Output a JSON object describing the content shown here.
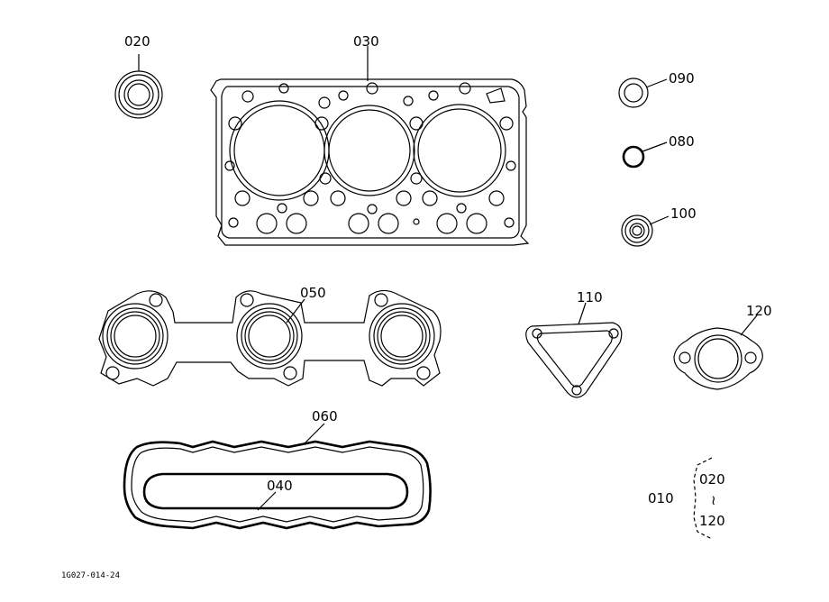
{
  "parts": {
    "p020": "020",
    "p030": "030",
    "p090": "090",
    "p080": "080",
    "p100": "100",
    "p050": "050",
    "p110": "110",
    "p120": "120",
    "p060": "060",
    "p040": "040"
  },
  "kit": {
    "label": "010",
    "from": "020",
    "tilde": "≀",
    "to": "120"
  },
  "drawing_code": "1G027-014-24"
}
